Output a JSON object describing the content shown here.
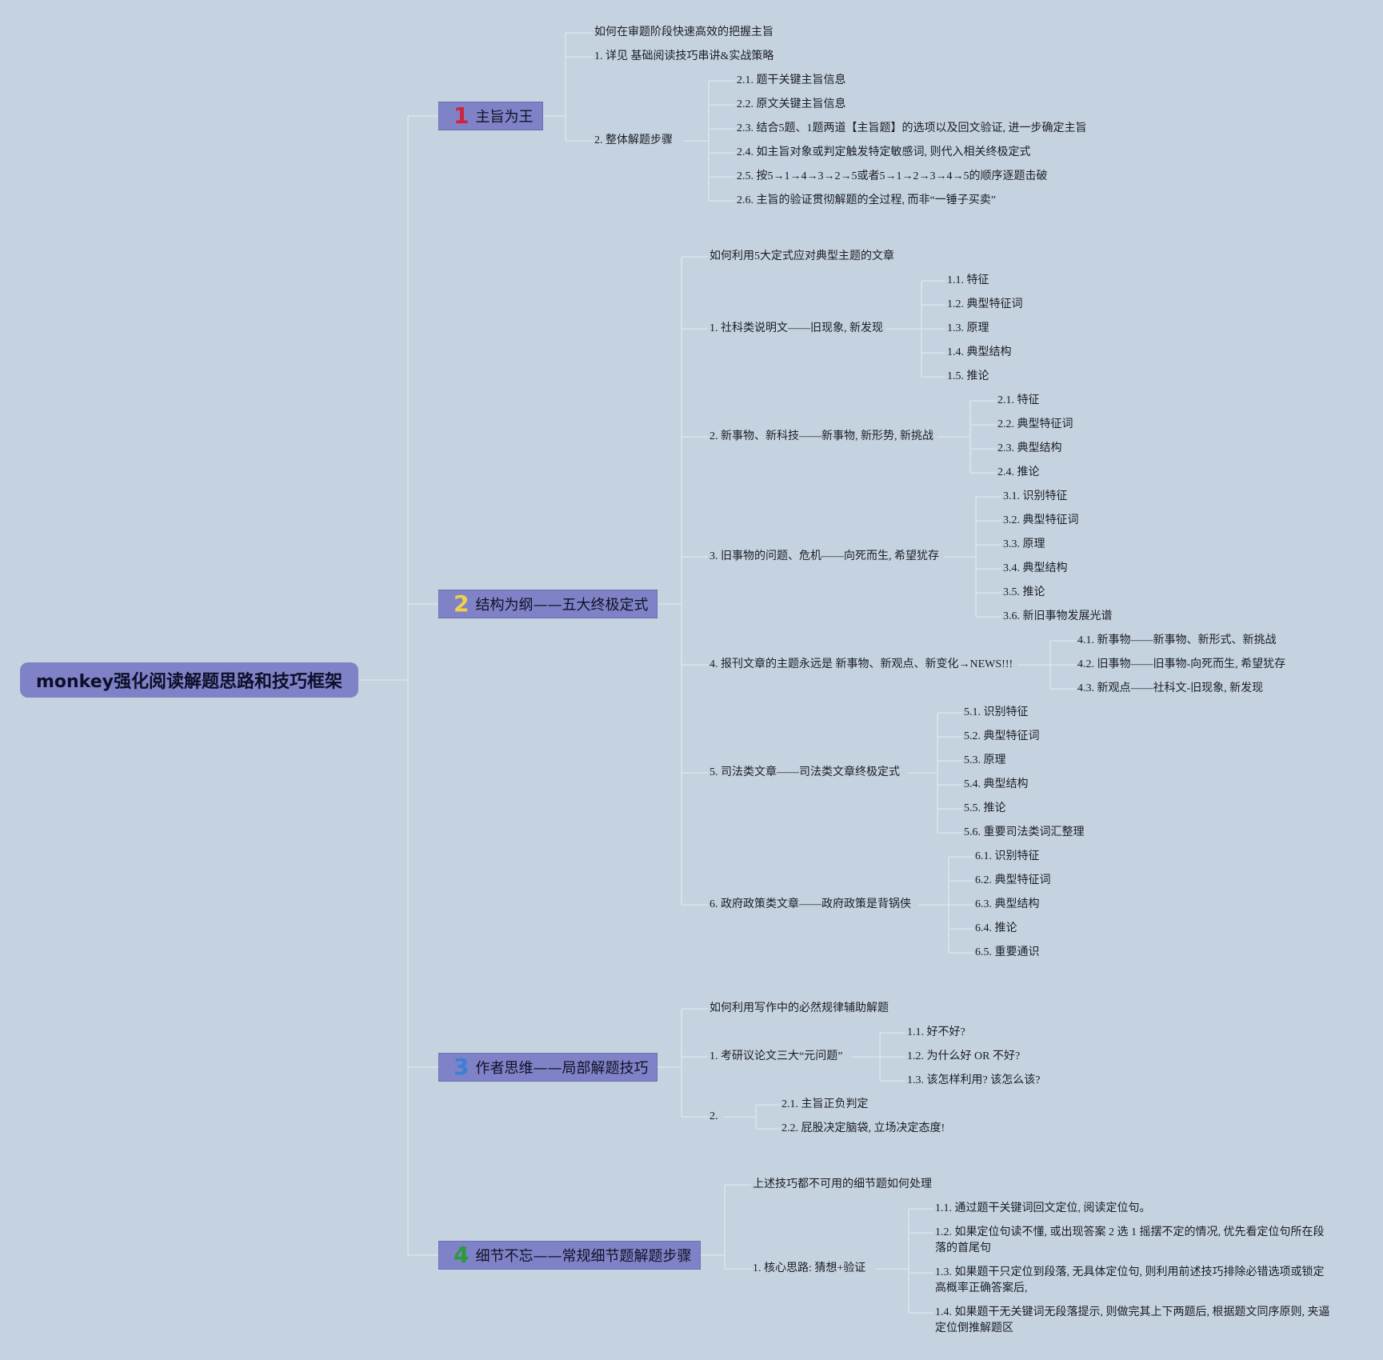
{
  "root": {
    "title": "monkey强化阅读解题思路和技巧框架"
  },
  "branches": [
    {
      "num": "1",
      "num_color": "#d0243a",
      "label": "主旨为王",
      "intro": "如何在审题阶段快速高效的把握主旨",
      "items": [
        {
          "label": "1. 详见 基础阅读技巧串讲&实战策略",
          "children": []
        },
        {
          "label": "2. 整体解题步骤",
          "children": [
            "2.1. 题干关键主旨信息",
            "2.2. 原文关键主旨信息",
            "2.3. 结合5题、1题两道【主旨题】的选项以及回文验证, 进一步确定主旨",
            "2.4. 如主旨对象或判定触发特定敏感词, 则代入相关终极定式",
            "2.5. 按5→1→4→3→2→5或者5→1→2→3→4→5的顺序逐题击破",
            "2.6. 主旨的验证贯彻解题的全过程, 而非“一锤子买卖”"
          ]
        }
      ]
    },
    {
      "num": "2",
      "num_color": "#f2d04a",
      "label": "结构为纲——五大终极定式",
      "intro": "如何利用5大定式应对典型主题的文章",
      "items": [
        {
          "label": "1. 社科类说明文——旧现象, 新发现",
          "children": [
            "1.1. 特征",
            "1.2. 典型特征词",
            "1.3. 原理",
            "1.4. 典型结构",
            "1.5. 推论"
          ]
        },
        {
          "label": "2. 新事物、新科技——新事物, 新形势, 新挑战",
          "children": [
            "2.1. 特征",
            "2.2. 典型特征词",
            "2.3. 典型结构",
            "2.4. 推论"
          ]
        },
        {
          "label": "3. 旧事物的问题、危机——向死而生, 希望犹存",
          "children": [
            "3.1. 识别特征",
            "3.2. 典型特征词",
            "3.3. 原理",
            "3.4. 典型结构",
            "3.5. 推论",
            "3.6. 新旧事物发展光谱"
          ]
        },
        {
          "label": "4. 报刊文章的主题永远是 新事物、新观点、新变化→NEWS!!!",
          "children": [
            "4.1. 新事物——新事物、新形式、新挑战",
            "4.2. 旧事物——旧事物-向死而生, 希望犹存",
            "4.3. 新观点——社科文-旧现象, 新发现"
          ]
        },
        {
          "label": "5. 司法类文章——司法类文章终极定式",
          "children": [
            "5.1. 识别特征",
            "5.2. 典型特征词",
            "5.3. 原理",
            "5.4. 典型结构",
            "5.5. 推论",
            "5.6. 重要司法类词汇整理"
          ]
        },
        {
          "label": "6. 政府政策类文章——政府政策是背锅侠",
          "children": [
            "6.1. 识别特征",
            "6.2. 典型特征词",
            "6.3. 典型结构",
            "6.4. 推论",
            "6.5. 重要通识"
          ]
        }
      ]
    },
    {
      "num": "3",
      "num_color": "#3a7fd8",
      "label": "作者思维——局部解题技巧",
      "intro": "如何利用写作中的必然规律辅助解题",
      "items": [
        {
          "label": "1. 考研议论文三大“元问题”",
          "children": [
            "1.1. 好不好?",
            "1.2. 为什么好 OR 不好?",
            "1.3. 该怎样利用? 该怎么该?"
          ]
        },
        {
          "label": "2.",
          "children": [
            "2.1. 主旨正负判定",
            "2.2. 屁股决定脑袋, 立场决定态度!"
          ]
        }
      ]
    },
    {
      "num": "4",
      "num_color": "#2a9a3a",
      "label": "细节不忘——常规细节题解题步骤",
      "intro": "上述技巧都不可用的细节题如何处理",
      "items": [
        {
          "label": "1. 核心思路: 猜想+验证",
          "children": [
            "1.1. 通过题干关键词回文定位, 阅读定位句。",
            "1.2. 如果定位句读不懂, 或出现答案 2 选 1 摇摆不定的情况, 优先看定位句所在段落的首尾句",
            "1.3. 如果题干只定位到段落, 无具体定位句, 则利用前述技巧排除必错选项或锁定高概率正确答案后,",
            "1.4. 如果题干无关键词无段落提示, 则做完其上下两题后, 根据题文同序原则, 夹逼定位倒推解题区"
          ]
        }
      ]
    }
  ]
}
